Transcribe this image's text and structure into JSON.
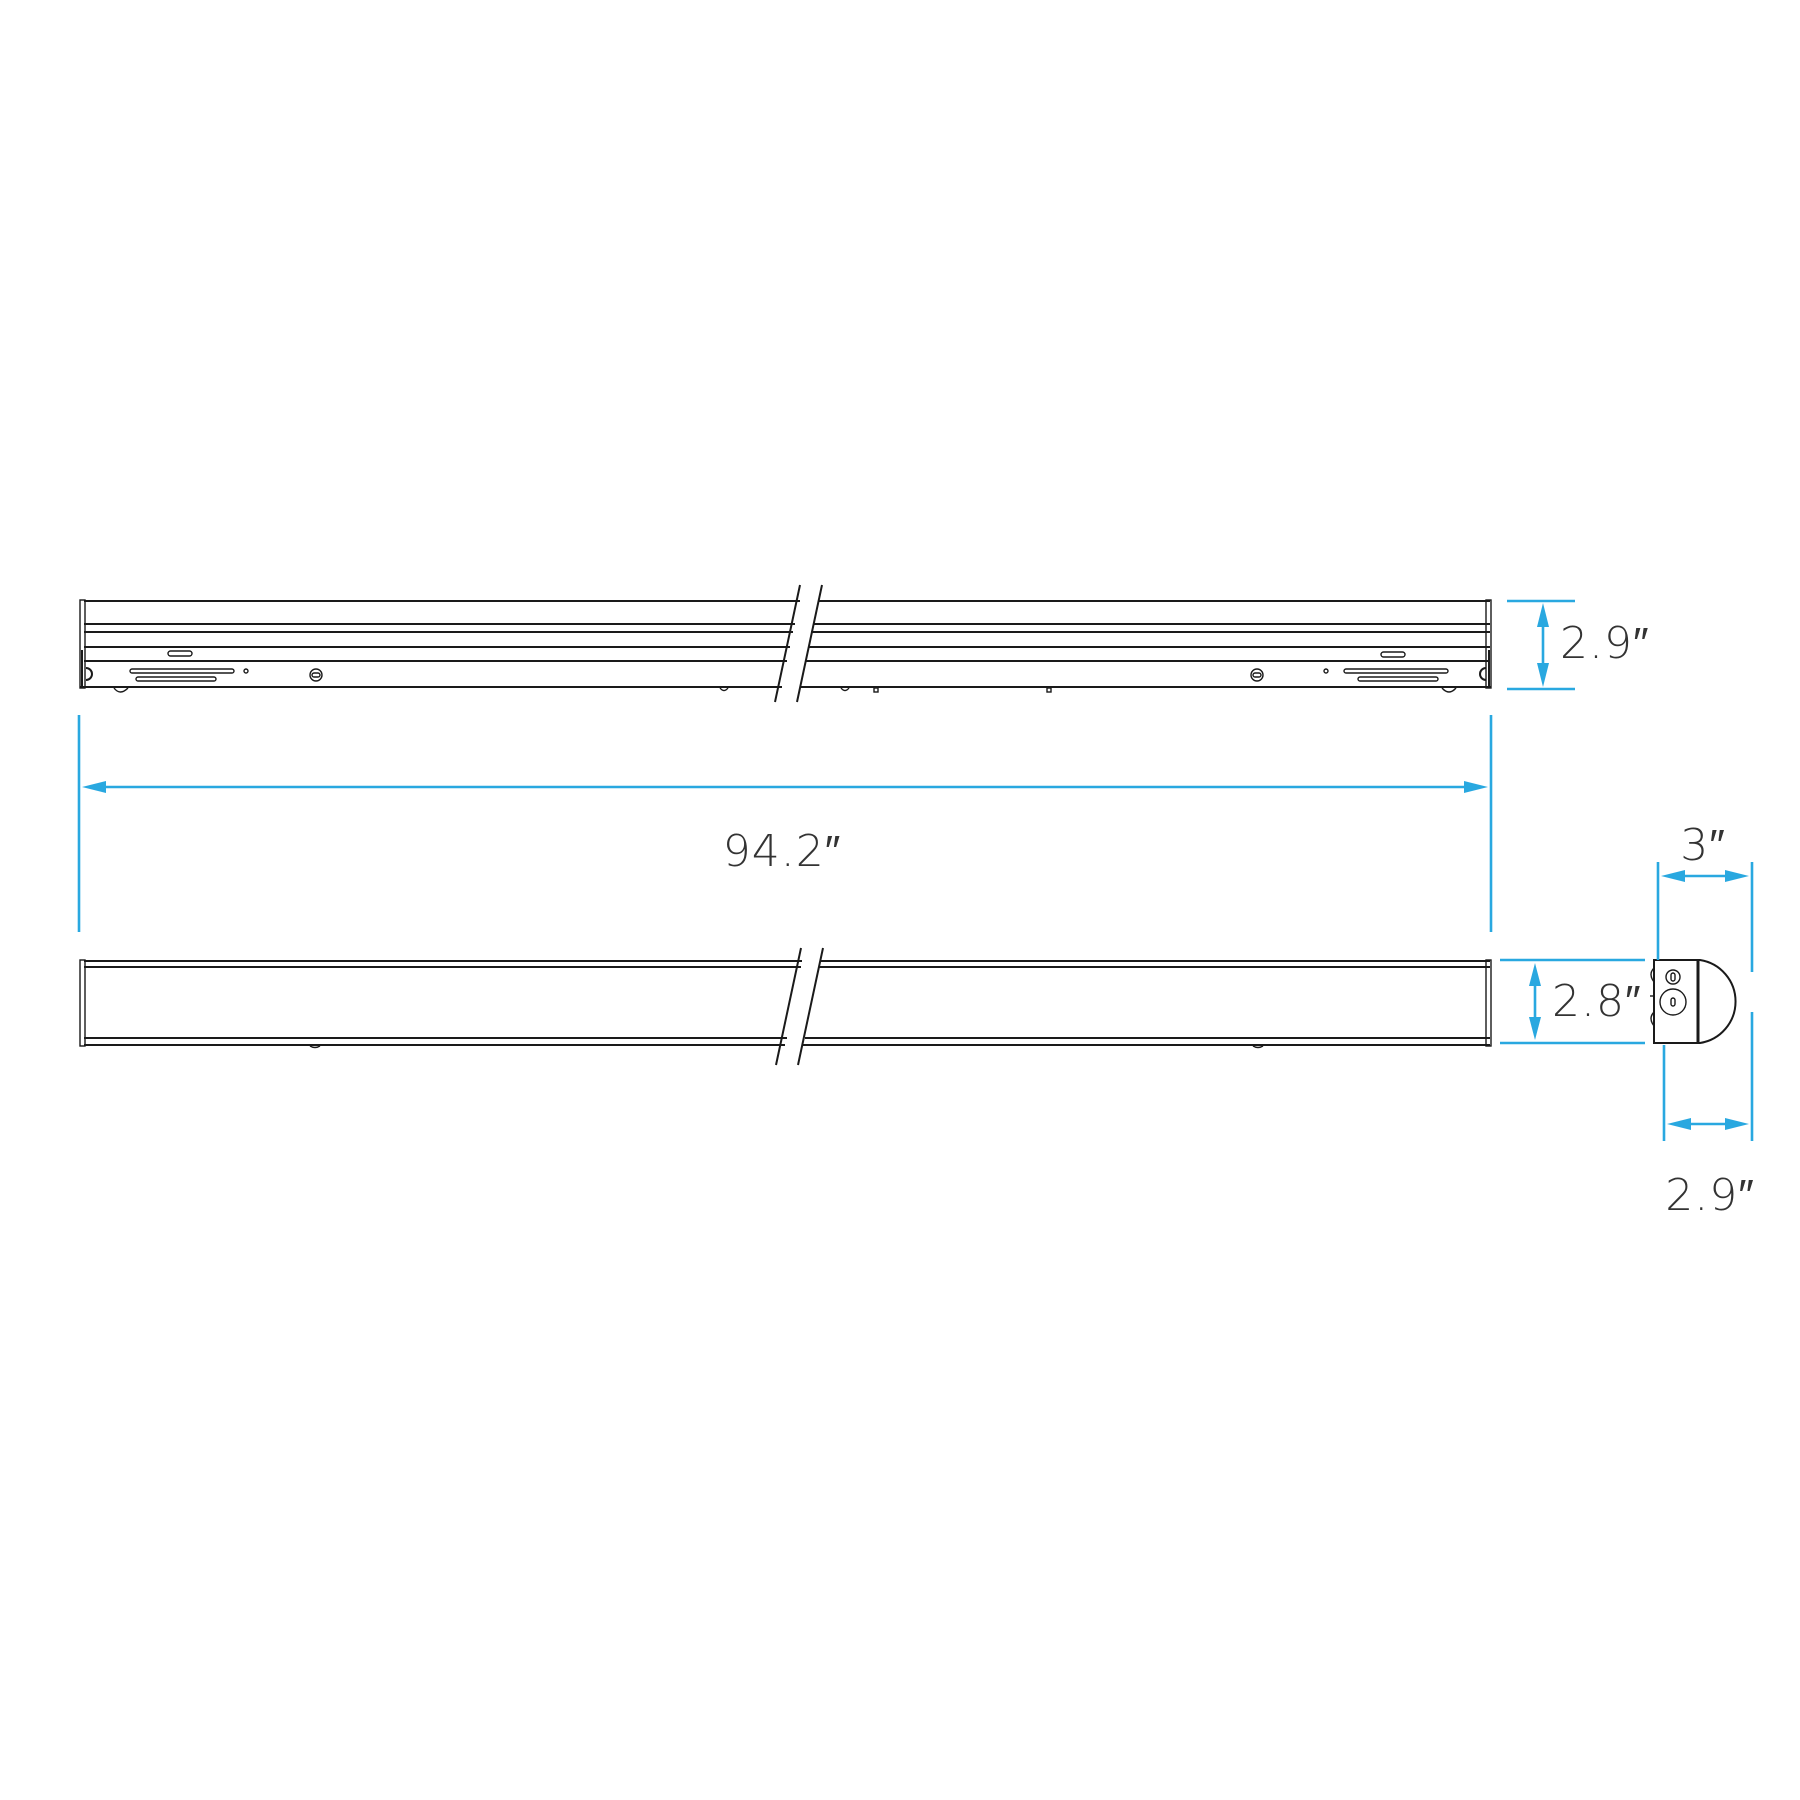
{
  "drawing": {
    "subject": "linear LED fixture dimension drawing",
    "views": [
      "side-view",
      "bottom-view",
      "end-view"
    ],
    "dimension_color": "#29a8e0",
    "line_color": "#1a1a1a"
  },
  "dimensions": {
    "length": "94.2″",
    "side_height": "2.9″",
    "bottom_height": "2.8″",
    "end_width_top": "3″",
    "end_width_bottom": "2.9″"
  }
}
